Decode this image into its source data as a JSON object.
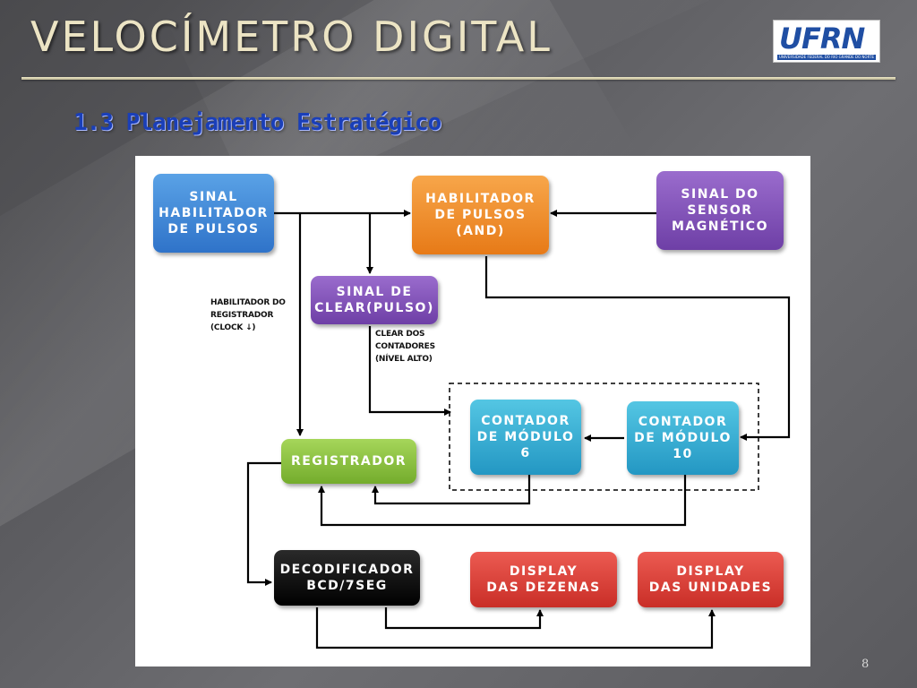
{
  "slide": {
    "title": "VELOCÍMETRO DIGITAL",
    "subtitle": "1.3 Planejamento Estratégico",
    "page_number": "8"
  },
  "logo": {
    "text": "UFRN",
    "subtext": "UNIVERSIDADE FEDERAL DO RIO GRANDE DO NORTE"
  },
  "diagram": {
    "blocks": {
      "sinal_habilitador": "SINAL\nHABILITADOR\nDE PULSOS",
      "habilitador_and": "HABILITADOR\nDE PULSOS\n(AND)",
      "sinal_sensor": "SINAL DO\nSENSOR\nMAGNÉTICO",
      "sinal_clear": "SINAL DE\nCLEAR(PULSO)",
      "contador6": "CONTADOR\nDE MÓDULO\n6",
      "contador10": "CONTADOR\nDE MÓDULO\n10",
      "registrador": "REGISTRADOR",
      "decodificador": "DECODIFICADOR\nBCD/7SEG",
      "display_dezenas": "DISPLAY\nDAS DEZENAS",
      "display_unidades": "DISPLAY\nDAS UNIDADES"
    },
    "notes": {
      "hab_registrador": "HABILITADOR DO\nREGISTRADOR\n(CLOCK ↓)",
      "clear_contadores": "CLEAR DOS\nCONTADORES\n(NÍVEL ALTO)"
    }
  }
}
